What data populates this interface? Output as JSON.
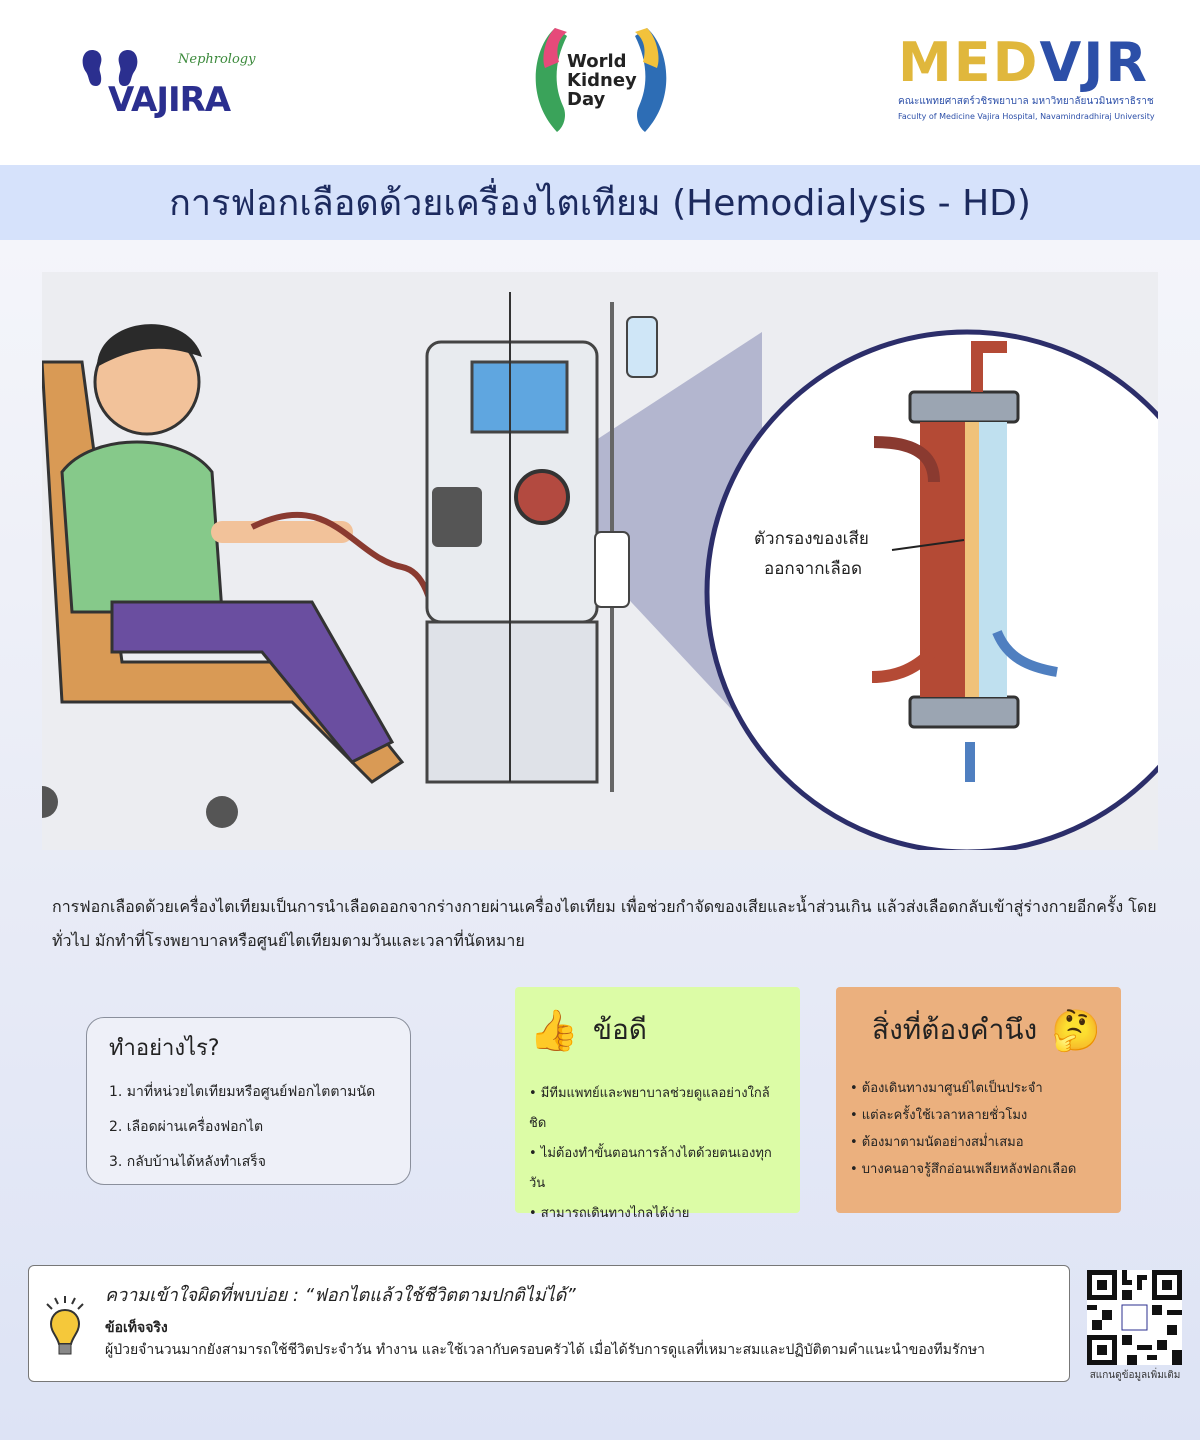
{
  "logos": {
    "vajira": {
      "script": "Nephrology",
      "name": "VAJIRA"
    },
    "wkd": {
      "line1": "World",
      "line2": "Kidney",
      "line3": "Day"
    },
    "medvjr": {
      "name_gold": "MED",
      "name_blue": "VJR",
      "thai": "คณะแพทยศาสตร์วชิรพยาบาล  มหาวิทยาลัยนวมินทราธิราช",
      "english": "Faculty of Medicine Vajira Hospital, Navamindradhiraj University"
    }
  },
  "title": "การฟอกเลือดด้วยเครื่องไตเทียม (Hemodialysis - HD)",
  "illustration": {
    "callout": [
      "ตัวกรองของเสีย",
      "ออกจากเลือด"
    ]
  },
  "intro": "การฟอกเลือดด้วยเครื่องไตเทียมเป็นการนำเลือดออกจากร่างกายผ่านเครื่องไตเทียม เพื่อช่วยกำจัดของเสียและน้ำส่วนเกิน แล้วส่งเลือดกลับเข้าสู่ร่างกายอีกครั้ง โดยทั่วไป มักทำที่โรงพยาบาลหรือศูนย์ไตเทียมตามวันและเวลาที่นัดหมาย",
  "how": {
    "title": "ทำอย่างไร?",
    "steps": [
      "1. มาที่หน่วยไตเทียมหรือศูนย์ฟอกไตตามนัด",
      "2. เลือดผ่านเครื่องฟอกไต",
      "3. กลับบ้านได้หลังทำเสร็จ"
    ]
  },
  "pros": {
    "title": "ข้อดี",
    "icon": "thumbs-up-icon",
    "items": [
      "• มีทีมแพทย์และพยาบาลช่วยดูแลอย่างใกล้ชิด",
      "• ไม่ต้องทำขั้นตอนการล้างไตด้วยตนเองทุกวัน",
      "• สามารถเดินทางไกลได้ง่าย"
    ]
  },
  "cons": {
    "title": "สิ่งที่ต้องคำนึง",
    "icon": "thinking-face-icon",
    "items": [
      "• ต้องเดินทางมาศูนย์ไตเป็นประจำ",
      "• แต่ละครั้งใช้เวลาหลายชั่วโมง",
      "• ต้องมาตามนัดอย่างสม่ำเสมอ",
      "• บางคนอาจรู้สึกอ่อนเพลียหลังฟอกเลือด"
    ]
  },
  "myth": {
    "question": "ความเข้าใจผิดที่พบบ่อย : “ฟอกไตแล้วใช้ชีวิตตามปกติไม่ได้”",
    "fact_label": "ข้อเท็จจริง",
    "fact": "ผู้ป่วยจำนวนมากยังสามารถใช้ชีวิตประจำวัน ทำงาน และใช้เวลากับครอบครัวได้ เมื่อได้รับการดูแลที่เหมาะสมและปฏิบัติตามคำแนะนำของทีมรักษา"
  },
  "qr": {
    "caption": "สแกนดูข้อมูลเพิ่มเติม"
  },
  "colors": {
    "title_band": "#d6e2fb",
    "pros": "#dcfca6",
    "cons": "#ebb07e",
    "gold": "#e0b73c",
    "blue": "#2c4fa8"
  }
}
